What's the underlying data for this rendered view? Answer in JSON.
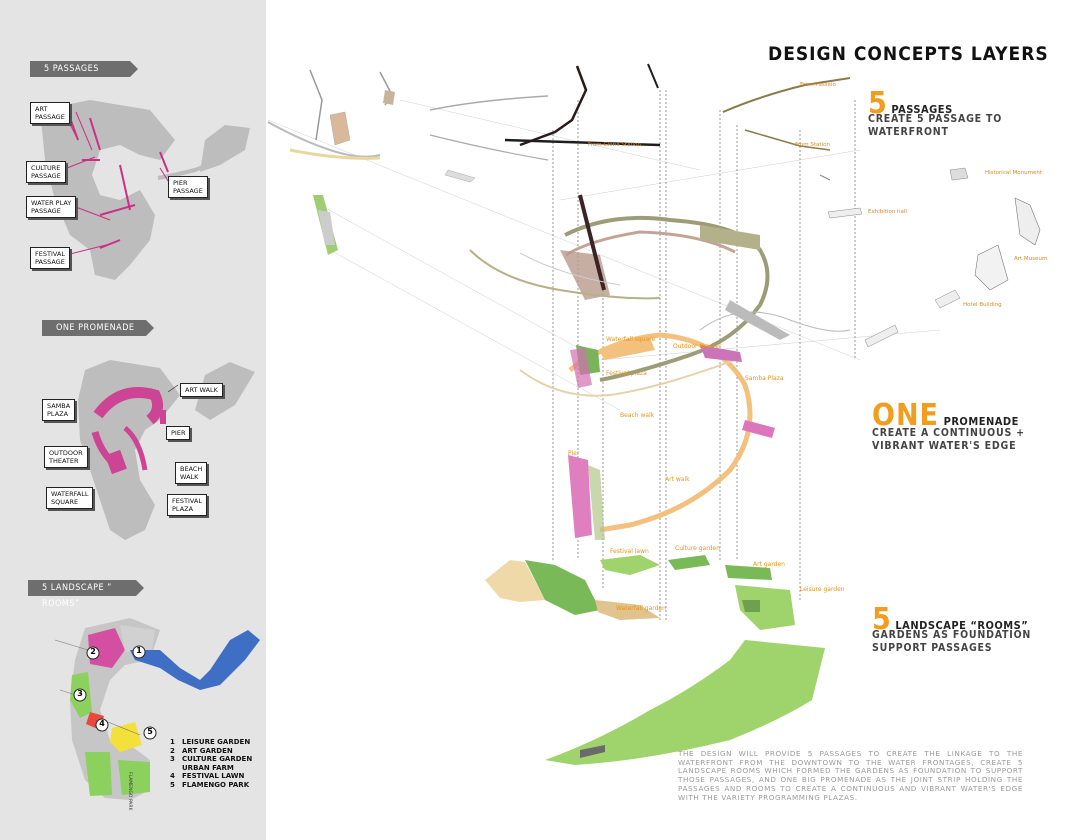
{
  "title": "DESIGN CONCEPTS LAYERS",
  "sidebar": {
    "sections": [
      {
        "label": "5 PASSAGES"
      },
      {
        "label": "ONE PROMENADE"
      },
      {
        "label": "5 LANDSCAPE ” ROOMS”"
      }
    ],
    "passage_callouts": [
      "ART\nPASSAGE",
      "CULTURE\nPASSAGE",
      "WATER PLAY\nPASSAGE",
      "FESTIVAL\nPASSAGE",
      "PIER\nPASSAGE"
    ],
    "promenade_callouts": [
      "SAMBA\nPLAZA",
      "OUTDOOR\nTHEATER",
      "WATERFALL\nSQUARE",
      "ART WALK",
      "PIER",
      "BEACH\nWALK",
      "FESTIVAL\nPLAZA"
    ],
    "room_markers": [
      "1",
      "2",
      "3",
      "4",
      "5"
    ],
    "legend": [
      {
        "num": "1",
        "text": "LEISURE  GARDEN"
      },
      {
        "num": "2",
        "text": "ART GARDEN"
      },
      {
        "num": "3",
        "text": "CULTURE GARDEN"
      },
      {
        "num": "",
        "text": "URBAN FARM"
      },
      {
        "num": "4",
        "text": "FESTIVAL LAWN"
      },
      {
        "num": "5",
        "text": "FLAMENGO PARK"
      }
    ],
    "map_label": "FLAMENGO PARK"
  },
  "concepts": [
    {
      "big": "5",
      "head": "PASSAGES",
      "sub": [
        "CREATE 5 PASSAGE TO",
        "WATERFRONT"
      ]
    },
    {
      "big": "ONE",
      "head": "PROMENADE",
      "sub": [
        "CREATE A CONTINUOUS +",
        "VIBRANT WATER'S EDGE"
      ]
    },
    {
      "big": "5",
      "head": "LANDSCAPE “ROOMS”",
      "sub": [
        "GARDENS AS FOUNDATION",
        "SUPPORT PASSAGES"
      ]
    }
  ],
  "layer_labels": {
    "passages": [
      "From Passeio",
      "From Station",
      "From Gloria Station",
      "Historical Monument",
      "Exhibition hall",
      "Art Museum",
      "Hotel Building"
    ],
    "promenade": [
      "Waterfall square",
      "Outdoor theater",
      "Festival plaza",
      "Samba Plaza",
      "Beach walk",
      "Pier",
      "Art walk"
    ],
    "rooms": [
      "Festival lawn",
      "Culture garden",
      "Art garden",
      "Leisure garden",
      "Waterfall garden"
    ]
  },
  "description": "The design will provide 5 passages to create the linkage to the waterfront from the downtown to the water frontages, create 5 landscape rooms which formed the gardens as foundation to support those passages, and one big promenade as the joint strip holding the passages and rooms to create a continuous and vibrant water's edge with the variety programming plazas.",
  "colors": {
    "accent_orange": "#f29d1f",
    "magenta": "#c8418f",
    "garden_green": "#9fd36c",
    "promenade_orange": "#f6c27a",
    "water_blue": "#3f6fc4",
    "sidebar_bg": "#e4e4e4"
  }
}
